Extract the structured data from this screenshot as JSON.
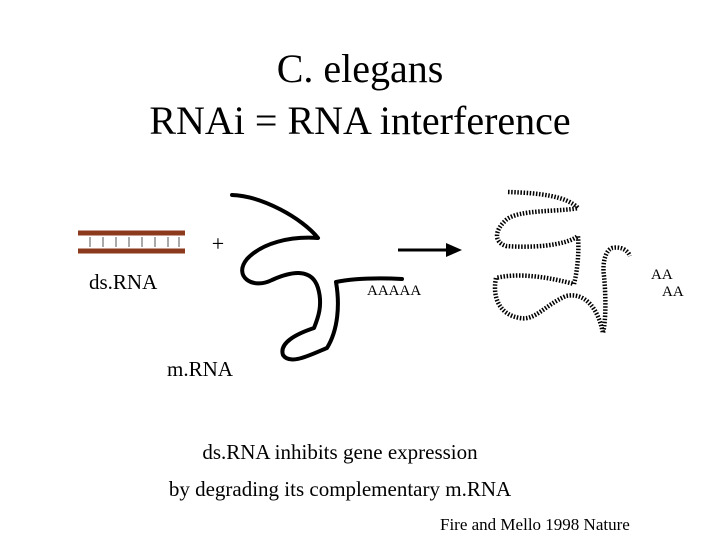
{
  "title": {
    "line1": "C. elegans",
    "line2": "RNAi  = RNA interference"
  },
  "diagram": {
    "plus_sign": "+",
    "dsrna_label": "ds.RNA",
    "polya_tail": "AAAAA",
    "degraded_tail_top": "AA",
    "degraded_tail_bottom": "AA",
    "mrna_label": "m.RNA",
    "dsrna_color": "#8B3A1E",
    "strand_color": "#000000"
  },
  "caption": {
    "line1": "ds.RNA inhibits gene expression",
    "line2": "by degrading its complementary m.RNA"
  },
  "citation": "Fire and Mello 1998 Nature"
}
